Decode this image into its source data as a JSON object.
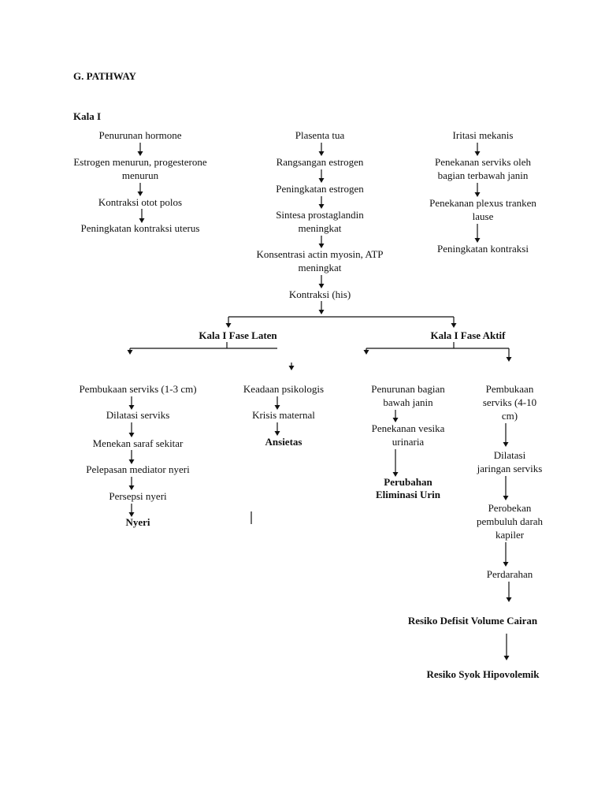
{
  "heading": "G. PATHWAY",
  "section": "Kala I",
  "col1": {
    "n1": "Penurunan hormone",
    "n2_l1": "Estrogen menurun, progesterone",
    "n2_l2": "menurun",
    "n3": "Kontraksi otot polos",
    "n4": "Peningkatan kontraksi uterus"
  },
  "col2": {
    "n1": "Plasenta tua",
    "n2": "Rangsangan estrogen",
    "n3": "Peningkatan estrogen",
    "n4_l1": "Sintesa prostaglandin",
    "n4_l2": "meningkat",
    "n5_l1": "Konsentrasi actin myosin, ATP",
    "n5_l2": "meningkat",
    "n6": "Kontraksi (his)"
  },
  "col3": {
    "n1": "Iritasi mekanis",
    "n2_l1": "Penekanan serviks oleh",
    "n2_l2": "bagian terbawah janin",
    "n3_l1": "Penekanan plexus tranken",
    "n3_l2": "lause",
    "n4": "Peningkatan kontraksi"
  },
  "phases": {
    "laten": "Kala I Fase Laten",
    "aktif": "Kala I Fase Aktif"
  },
  "branch_a": {
    "n1": "Pembukaan serviks (1-3 cm)",
    "n2": "Dilatasi serviks",
    "n3": "Menekan saraf sekitar",
    "n4": "Pelepasan mediator nyeri",
    "n5": "Persepsi nyeri",
    "dx": "Nyeri"
  },
  "branch_b": {
    "n1": "Keadaan psikologis",
    "n2": "Krisis maternal",
    "dx": "Ansietas"
  },
  "branch_c": {
    "n1_l1": "Penurunan bagian",
    "n1_l2": "bawah janin",
    "n2_l1": "Penekanan vesika",
    "n2_l2": "urinaria",
    "dx_l1": "Perubahan",
    "dx_l2": "Eliminasi Urin"
  },
  "branch_d": {
    "n1_l1": "Pembukaan",
    "n1_l2": "serviks (4-10",
    "n1_l3": "cm)",
    "n2_l1": "Dilatasi",
    "n2_l2": "jaringan serviks",
    "n3_l1": "Perobekan",
    "n3_l2": "pembuluh darah",
    "n3_l3": "kapiler",
    "n4": "Perdarahan",
    "dx1": "Resiko Defisit Volume Cairan",
    "dx2": "Resiko Syok Hipovolemik"
  }
}
